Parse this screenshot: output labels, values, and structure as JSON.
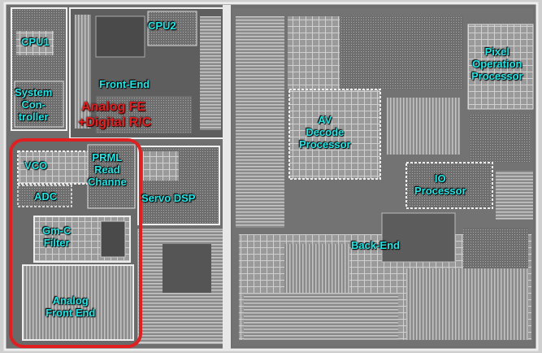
{
  "blocks": {
    "cpu1": "CPU1",
    "cpu2": "CPU2",
    "system_controller": [
      "System",
      "Con-",
      "troller"
    ],
    "front_end": "Front-End",
    "analog_fe_annotation": [
      "Analog FE",
      "+Digital R/C"
    ],
    "vco": "VCO",
    "adc": "ADC",
    "prml": [
      "PRML",
      "Read",
      "Channe"
    ],
    "servo_dsp": "Servo DSP",
    "gmc_filter": [
      "Gm-C",
      "Filter"
    ],
    "analog_front_end": [
      "Analog",
      "Front End"
    ],
    "av_decode": [
      "AV",
      "Decode",
      "Processor"
    ],
    "io_processor": [
      "IO",
      "Processor"
    ],
    "pixel_processor": [
      "Pixel",
      "Operation",
      "Processor"
    ],
    "back_end": "Back-End"
  },
  "colors": {
    "label": "#22e6e6",
    "highlight": "#e02020",
    "die": "#7a7a7a"
  }
}
